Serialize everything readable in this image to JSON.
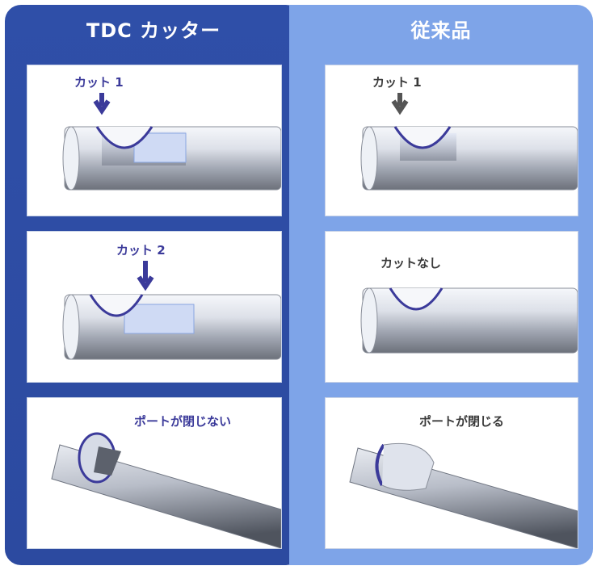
{
  "columns": {
    "left": {
      "title": "TDC カッター"
    },
    "right": {
      "title": "従来品"
    }
  },
  "panels": {
    "left_1": {
      "label": "カット 1"
    },
    "left_2": {
      "label": "カット 2"
    },
    "left_3": {
      "label": "ポートが閉じない"
    },
    "right_1": {
      "label": "カット 1"
    },
    "right_2": {
      "label": "カットなし"
    },
    "right_3": {
      "label": "ポートが閉じる"
    }
  },
  "colors": {
    "tdc_blue": "#2f4fa8",
    "conventional_blue": "#7ea4e8",
    "label_blue": "#3b3a9a",
    "label_dark": "#3a3a3a"
  }
}
